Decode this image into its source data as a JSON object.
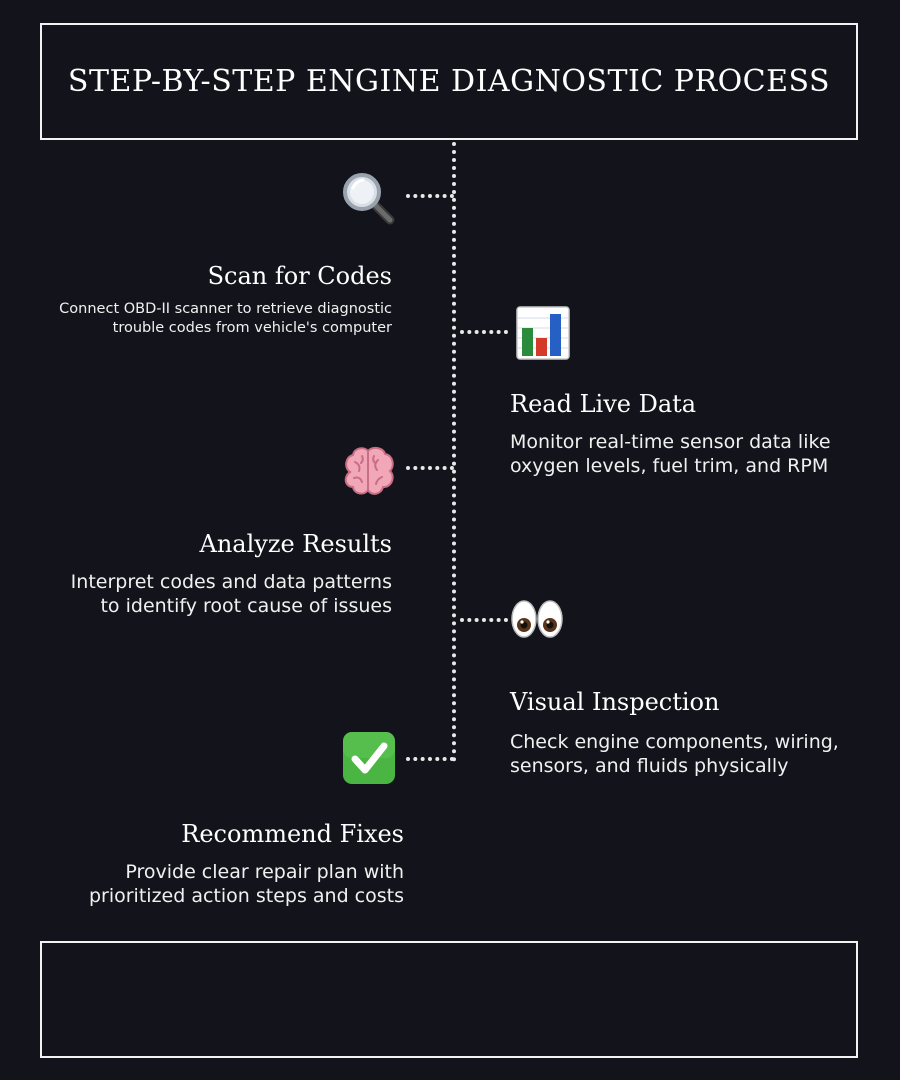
{
  "title": "Step-by-Step Engine Diagnostic Process",
  "steps": [
    {
      "title": "Scan for Codes",
      "desc_line1": "Connect OBD-II scanner to retrieve diagnostic",
      "desc_line2": "trouble codes from vehicle's computer",
      "icon": "magnifying-glass-icon",
      "side": "left"
    },
    {
      "title": "Read Live Data",
      "desc_line1": "Monitor real-time sensor data like",
      "desc_line2": "oxygen levels, fuel trim, and RPM",
      "icon": "bar-chart-icon",
      "side": "right"
    },
    {
      "title": "Analyze Results",
      "desc_line1": "Interpret codes and data patterns",
      "desc_line2": "to identify root cause of issues",
      "icon": "brain-icon",
      "side": "left"
    },
    {
      "title": "Visual Inspection",
      "desc_line1": "Check engine components, wiring,",
      "desc_line2": "sensors, and fluids physically",
      "icon": "eyes-icon",
      "side": "right"
    },
    {
      "title": "Recommend Fixes",
      "desc_line1": "Provide clear repair plan with",
      "desc_line2": "prioritized action steps and costs",
      "icon": "check-mark-icon",
      "side": "left"
    }
  ],
  "footer_text": ""
}
